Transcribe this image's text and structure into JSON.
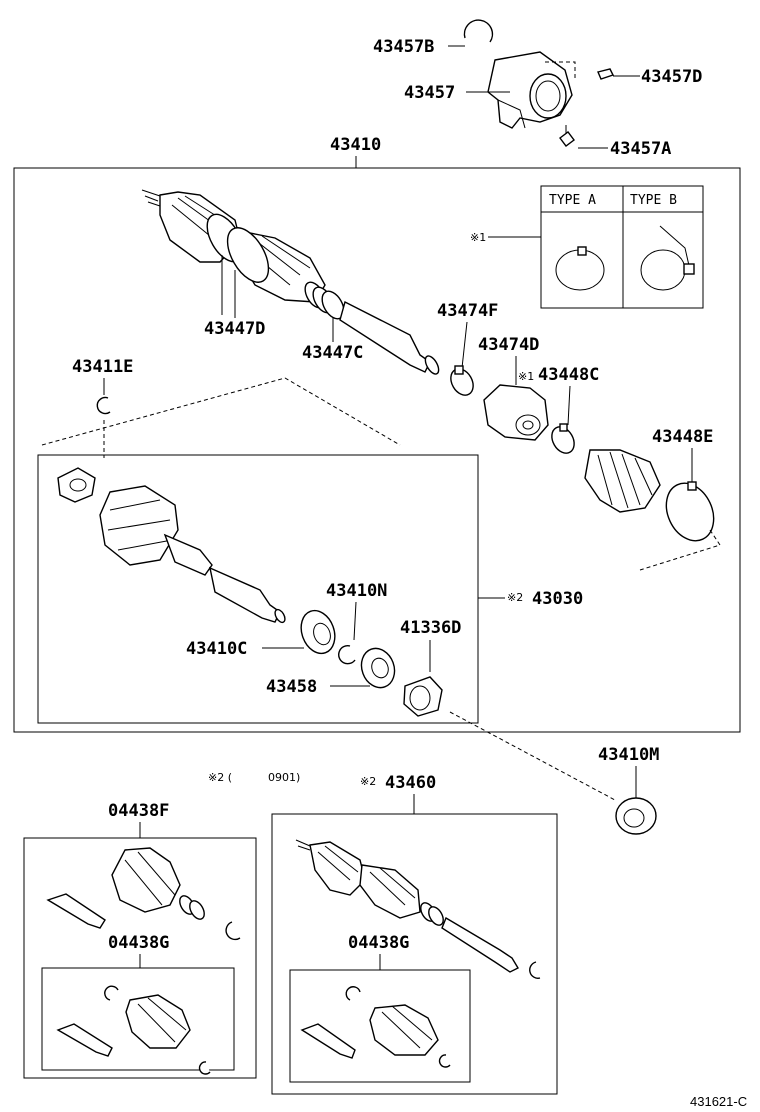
{
  "labels": {
    "p43457B": "43457B",
    "p43457": "43457",
    "p43457D": "43457D",
    "p43457A": "43457A",
    "p43410": "43410",
    "p43447D": "43447D",
    "p43447C": "43447C",
    "p43474F": "43474F",
    "p43474D": "43474D",
    "p43448C": "43448C",
    "p43448E": "43448E",
    "p43411E": "43411E",
    "p43410N": "43410N",
    "p41336D": "41336D",
    "p43030": "43030",
    "p43410C": "43410C",
    "p43458": "43458",
    "p43410M": "43410M",
    "p43460": "43460",
    "p04438F": "04438F",
    "p04438G_left": "04438G",
    "p04438G_right": "04438G"
  },
  "notes": {
    "mark1": "※1",
    "mark1_boot": "※1",
    "mark2_43030": "※2",
    "mark2_43460": "※2",
    "date_note_mark": "※2 (",
    "date_note_value": "0901)"
  },
  "type_table": {
    "col_a": "TYPE  A",
    "col_b": "TYPE  B"
  },
  "footer": {
    "diagram_id": "431621-C"
  }
}
